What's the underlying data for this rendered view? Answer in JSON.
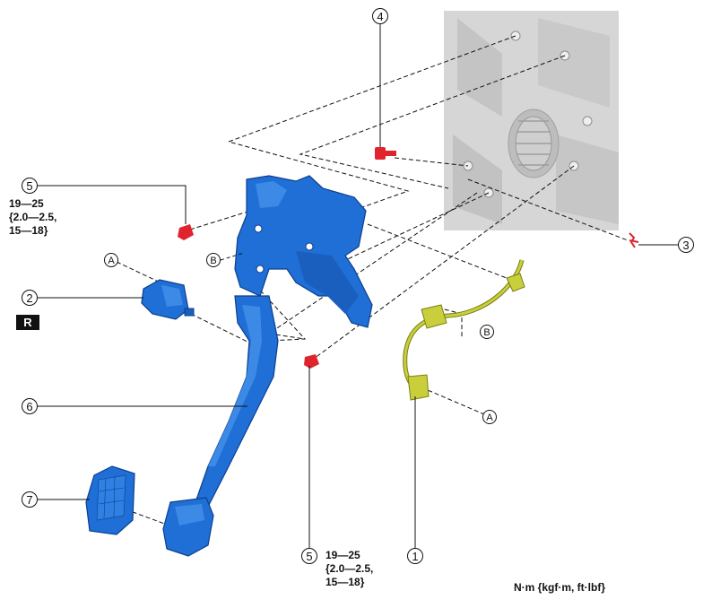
{
  "callouts": [
    {
      "id": "c1",
      "label": "1"
    },
    {
      "id": "c2",
      "label": "2"
    },
    {
      "id": "c3",
      "label": "3"
    },
    {
      "id": "c4",
      "label": "4"
    },
    {
      "id": "c5a",
      "label": "5"
    },
    {
      "id": "c5b",
      "label": "5"
    },
    {
      "id": "c6",
      "label": "6"
    },
    {
      "id": "c7",
      "label": "7"
    }
  ],
  "references": {
    "a_left": "A",
    "b_left": "B",
    "b_right": "B",
    "a_right": "A"
  },
  "torque_specs": {
    "upper": [
      "19—25",
      "{2.0—2.5,",
      "15—18}"
    ],
    "lower": [
      "19—25",
      "{2.0—2.5,",
      "15—18}"
    ]
  },
  "side_badge": "R",
  "units_label": "N·m {kgf·m, ft·lbf}",
  "colors": {
    "pedal_blue": "#1f6fd6",
    "pedal_dark": "#0d3f8c",
    "harness_yellow": "#c8cf3a",
    "harness_dark": "#7a7f15",
    "fastener_red": "#e0242e",
    "body_panel_gray": "#d7d7d7",
    "line": "#111111"
  }
}
